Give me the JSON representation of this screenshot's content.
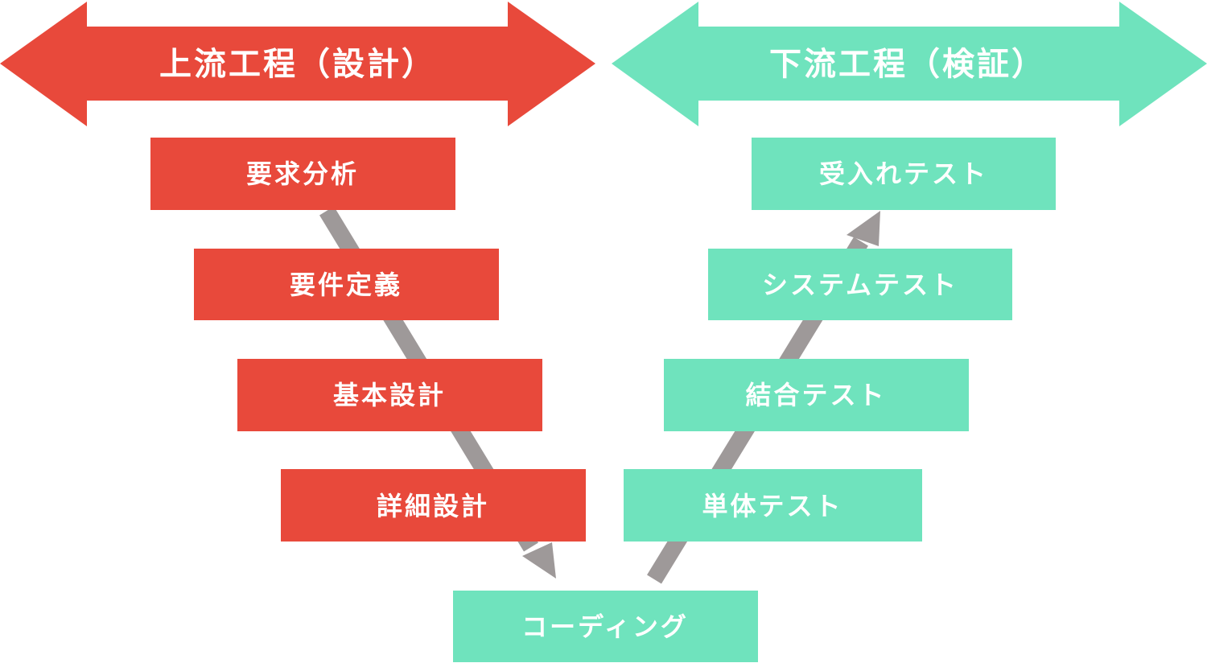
{
  "colors": {
    "design": "#e8493b",
    "verify": "#6fe3bd",
    "connector": "#9e9999",
    "text": "#ffffff"
  },
  "headers": {
    "upstream": "上流工程（設計）",
    "downstream": "下流工程（検証）"
  },
  "steps": {
    "requirements_analysis": "要求分析",
    "requirements_definition": "要件定義",
    "basic_design": "基本設計",
    "detailed_design": "詳細設計",
    "coding": "コーディング",
    "unit_test": "単体テスト",
    "integration_test": "結合テスト",
    "system_test": "システムテスト",
    "acceptance_test": "受入れテスト"
  }
}
